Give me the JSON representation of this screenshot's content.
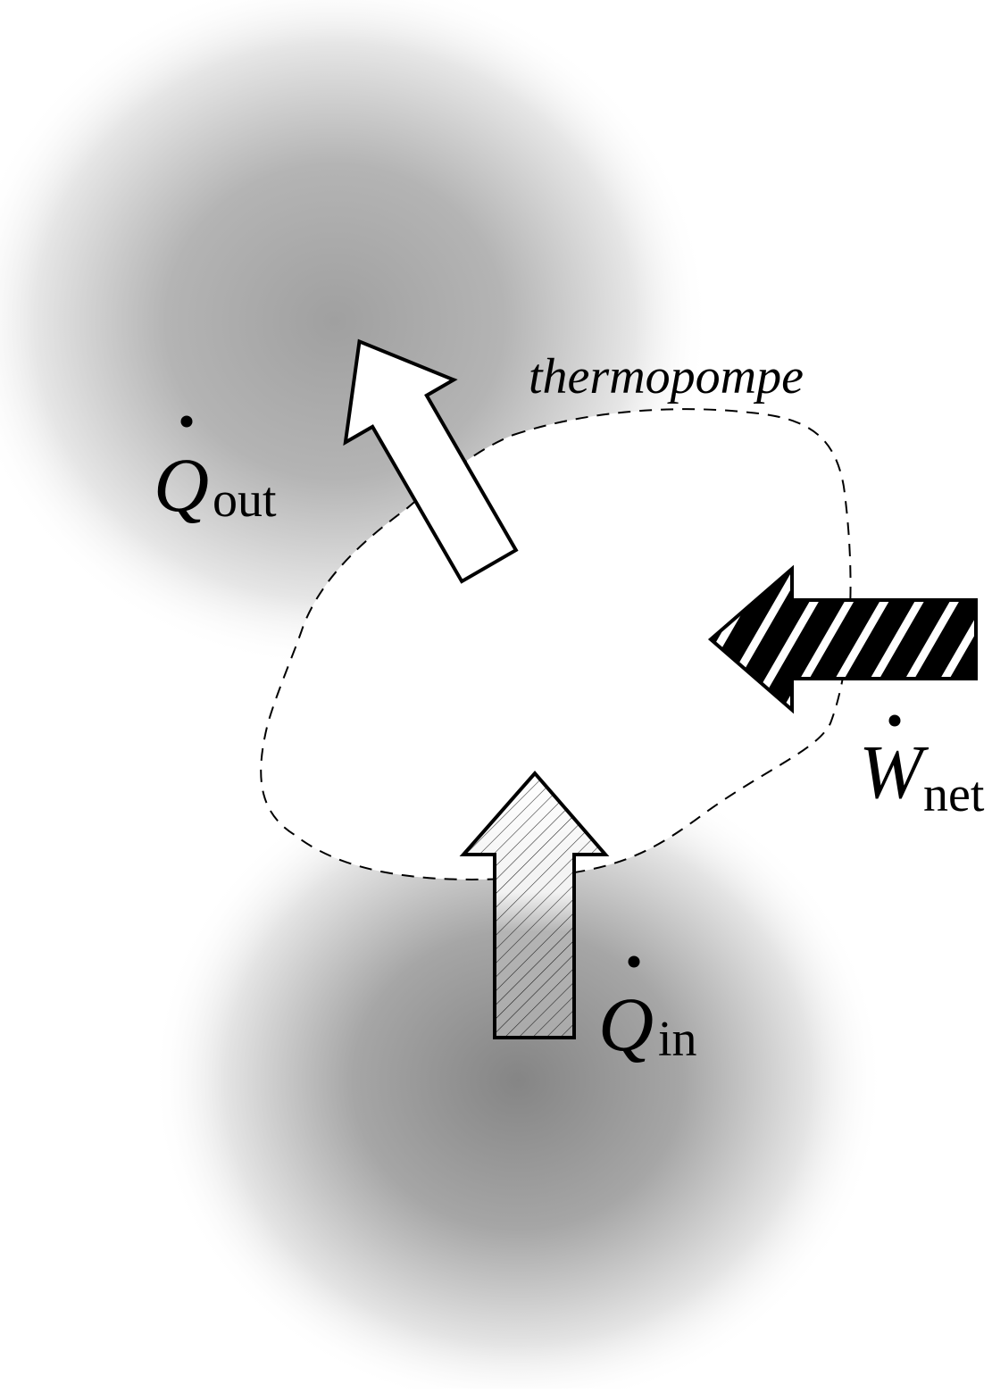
{
  "diagram": {
    "system_label": "thermopompe",
    "heat_out": {
      "symbol": "Q",
      "subscript": "out"
    },
    "heat_in": {
      "symbol": "Q",
      "subscript": "in"
    },
    "work_net": {
      "symbol": "W",
      "subscript": "net"
    }
  },
  "colors": {
    "background": "#ffffff",
    "hot_reservoir_core": "#a0a0a0",
    "cold_reservoir_core": "#858585",
    "outline": "#000000",
    "heat_in_fill": "#c8c8c8"
  }
}
